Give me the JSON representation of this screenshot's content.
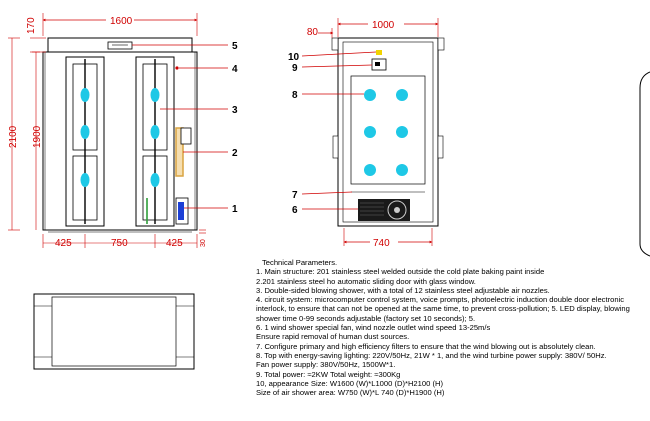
{
  "front_view": {
    "dim_width": "1600",
    "dim_top": "170",
    "dim_height_total": "2100",
    "dim_height_inner": "1900",
    "dim_bottom_left": "425",
    "dim_bottom_mid": "750",
    "dim_bottom_right": "425",
    "dim_floor": "30"
  },
  "side_view": {
    "dim_width": "1000",
    "dim_offset": "80",
    "dim_bottom": "740"
  },
  "callouts": {
    "c1": "1",
    "c2": "2",
    "c3": "3",
    "c4": "4",
    "c5": "5",
    "c6": "6",
    "c7": "7",
    "c8": "8",
    "c9": "9",
    "c10": "10"
  },
  "params": {
    "title": "Technical Parameters.",
    "lines": [
      "1. Main structure: 201 stainless steel welded outside the cold plate baking paint inside",
      "2.201 stainless steel ho automatic sliding door with glass window.",
      "3. Double-sided blowing shower, with a total of 12 stainless steel adjustable air nozzles.",
      "4. circuit system: microcomputer control system, voice prompts, photoelectric induction double door electronic interlock, to ensure that can not be opened at the same time, to prevent cross-pollution; 5. LED display, blowing shower time 0-99 seconds adjustable (factory set 10 seconds); 5.",
      "6. 1 wind shower special fan, wind nozzle outlet wind speed 13-25m/s",
      "Ensure rapid removal of human dust sources.",
      "7. Configure primary and high efficiency filters to ensure that the wind blowing out is absolutely clean.",
      "8. Top with energy-saving lighting: 220V/50Hz, 21W * 1, and the wind turbine power supply: 380V/ 50Hz.",
      "Fan power supply: 380V/50Hz, 1500W*1.",
      "9. Total power: ≈2KW Total weight: ≈300Kg",
      "10, appearance Size: W1600 (W)*L1000 (D)*H2100 (H)",
      "Size of air shower area: W750 (W)*L 740 (D)*H1900 (H)"
    ]
  },
  "colors": {
    "dimension": "#d00000",
    "nozzle": "#1ec8e6",
    "handle_blue": "#1b3fd6",
    "hose": "#d9a441",
    "strip_green": "#2e9e3a",
    "sensor": "#f1d300"
  }
}
